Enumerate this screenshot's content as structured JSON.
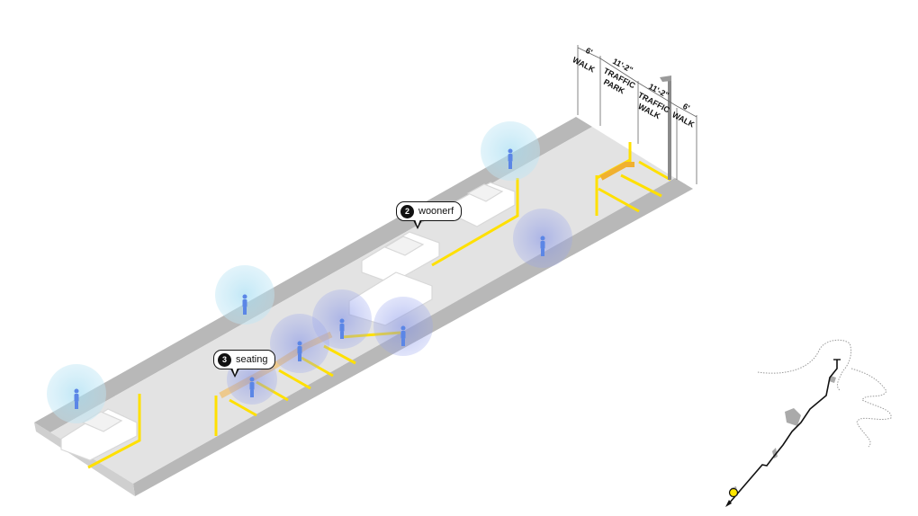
{
  "dimensions": [
    {
      "size": "6'",
      "label": "WALK"
    },
    {
      "size": "11'-2\"",
      "label": "TRAFFIC PARK"
    },
    {
      "size": "11'-2\"",
      "label": "TRAFFIC WALK"
    },
    {
      "size": "6'",
      "label": "WALK"
    }
  ],
  "callouts": [
    {
      "number": "2",
      "label": "woonerf"
    },
    {
      "number": "3",
      "label": "seating"
    }
  ],
  "colors": {
    "road": "#e2e2e2",
    "sidewalk": "#b5b5b5",
    "marking": "#ffe000",
    "person": "#5b86e6",
    "bench": "#f0c070"
  }
}
